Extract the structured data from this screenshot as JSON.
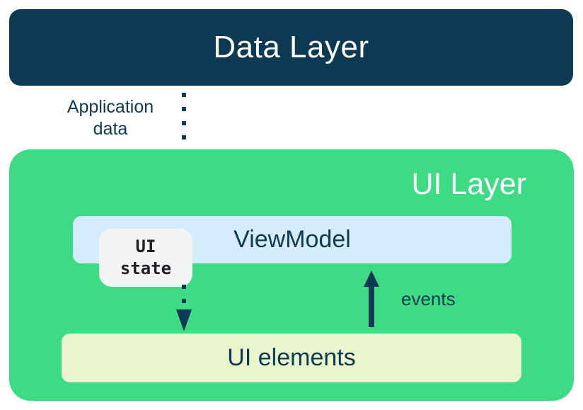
{
  "colors": {
    "navy": "#0d3a52",
    "android_green": "#3ddc84",
    "light_blue": "#d6ecfc",
    "pale_yellow": "#eaf5cd",
    "state_badge_bg": "#f2f4f5",
    "state_badge_text": "#202124",
    "white": "#ffffff"
  },
  "diagram": {
    "data_layer": {
      "label": "Data Layer"
    },
    "ui_layer": {
      "label": "UI Layer"
    },
    "viewmodel": {
      "label": "ViewModel"
    },
    "ui_state": {
      "lines": [
        "UI",
        "state"
      ]
    },
    "ui_elements": {
      "label": "UI elements"
    },
    "arrows": {
      "application_data": {
        "label": "Application data",
        "style": "dotted",
        "direction": "down",
        "from": "Data Layer",
        "to": "UI elements"
      },
      "events": {
        "label": "events",
        "style": "solid",
        "direction": "up",
        "from": "UI elements",
        "to": "ViewModel"
      }
    }
  }
}
